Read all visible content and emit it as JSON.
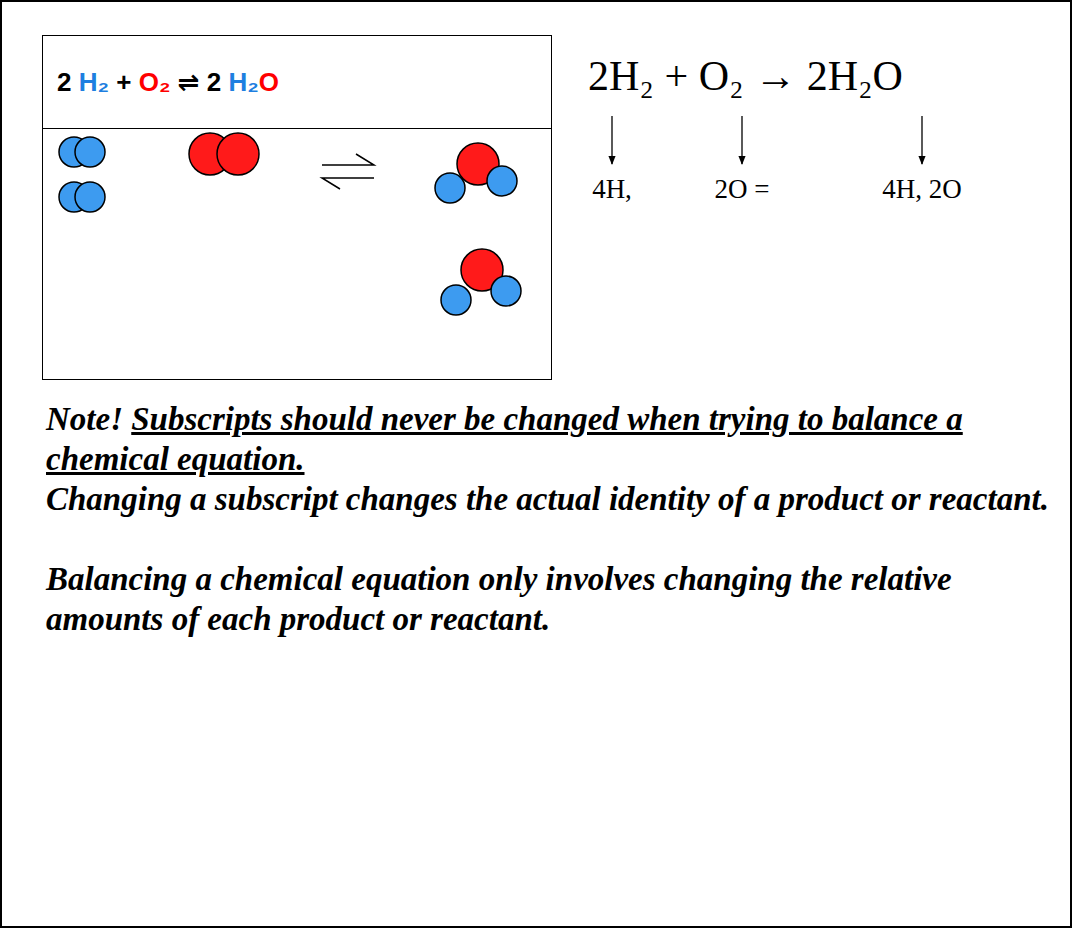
{
  "diagram": {
    "nodes": [
      {
        "text": [
          "2 H₂ + O₂ ⇌ 2 H₂O"
        ]
      }
    ],
    "labels": [
      "2H₂ + O₂ → 2H₂O",
      "4H,",
      "2O =",
      "4H, 2O",
      "Note!",
      "Subscripts should never be changed when trying to balance a chemical equation.",
      "Changing a subscript changes the actual identity of a product or reactant.",
      "Balancing a chemical equation only involves changing the relative amounts of each product or reactant."
    ]
  }
}
